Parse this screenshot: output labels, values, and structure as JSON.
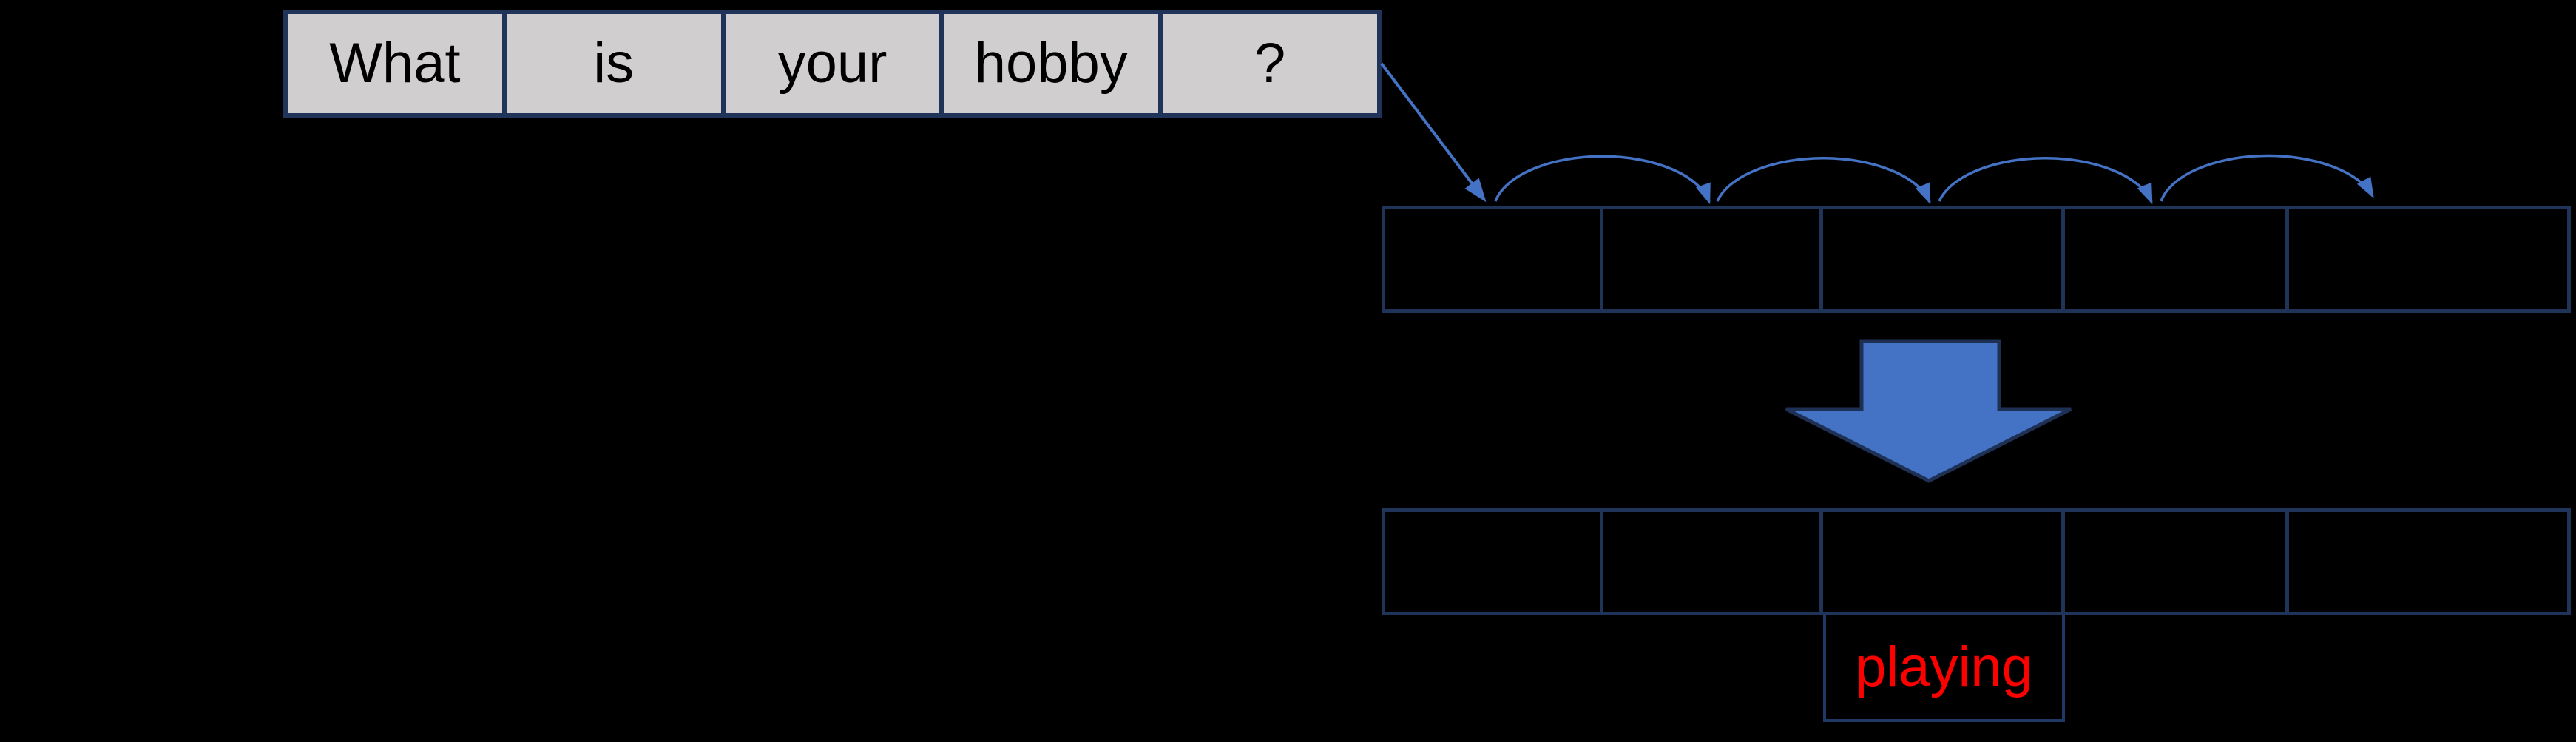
{
  "palette": {
    "background": "#000000",
    "cell_border": "#1f3458",
    "sentence_fill": "#d0cece",
    "arrow_blue": "#4472c4",
    "arrow_outline": "#1f3055",
    "word_text": "#000000",
    "output_text": "#ff0000"
  },
  "input_sentence": {
    "words": [
      "What",
      "is",
      "your",
      "hobby",
      "?"
    ]
  },
  "upper_row": {
    "cells": [
      "",
      "",
      "",
      "",
      ""
    ]
  },
  "lower_row": {
    "cells": [
      "",
      "",
      "",
      "",
      ""
    ]
  },
  "output": {
    "word": "playing"
  },
  "icons": {
    "connector": "diagonal-arrow-icon",
    "hops": "arc-hop-arrow-icon",
    "transform": "block-down-arrow-icon"
  }
}
